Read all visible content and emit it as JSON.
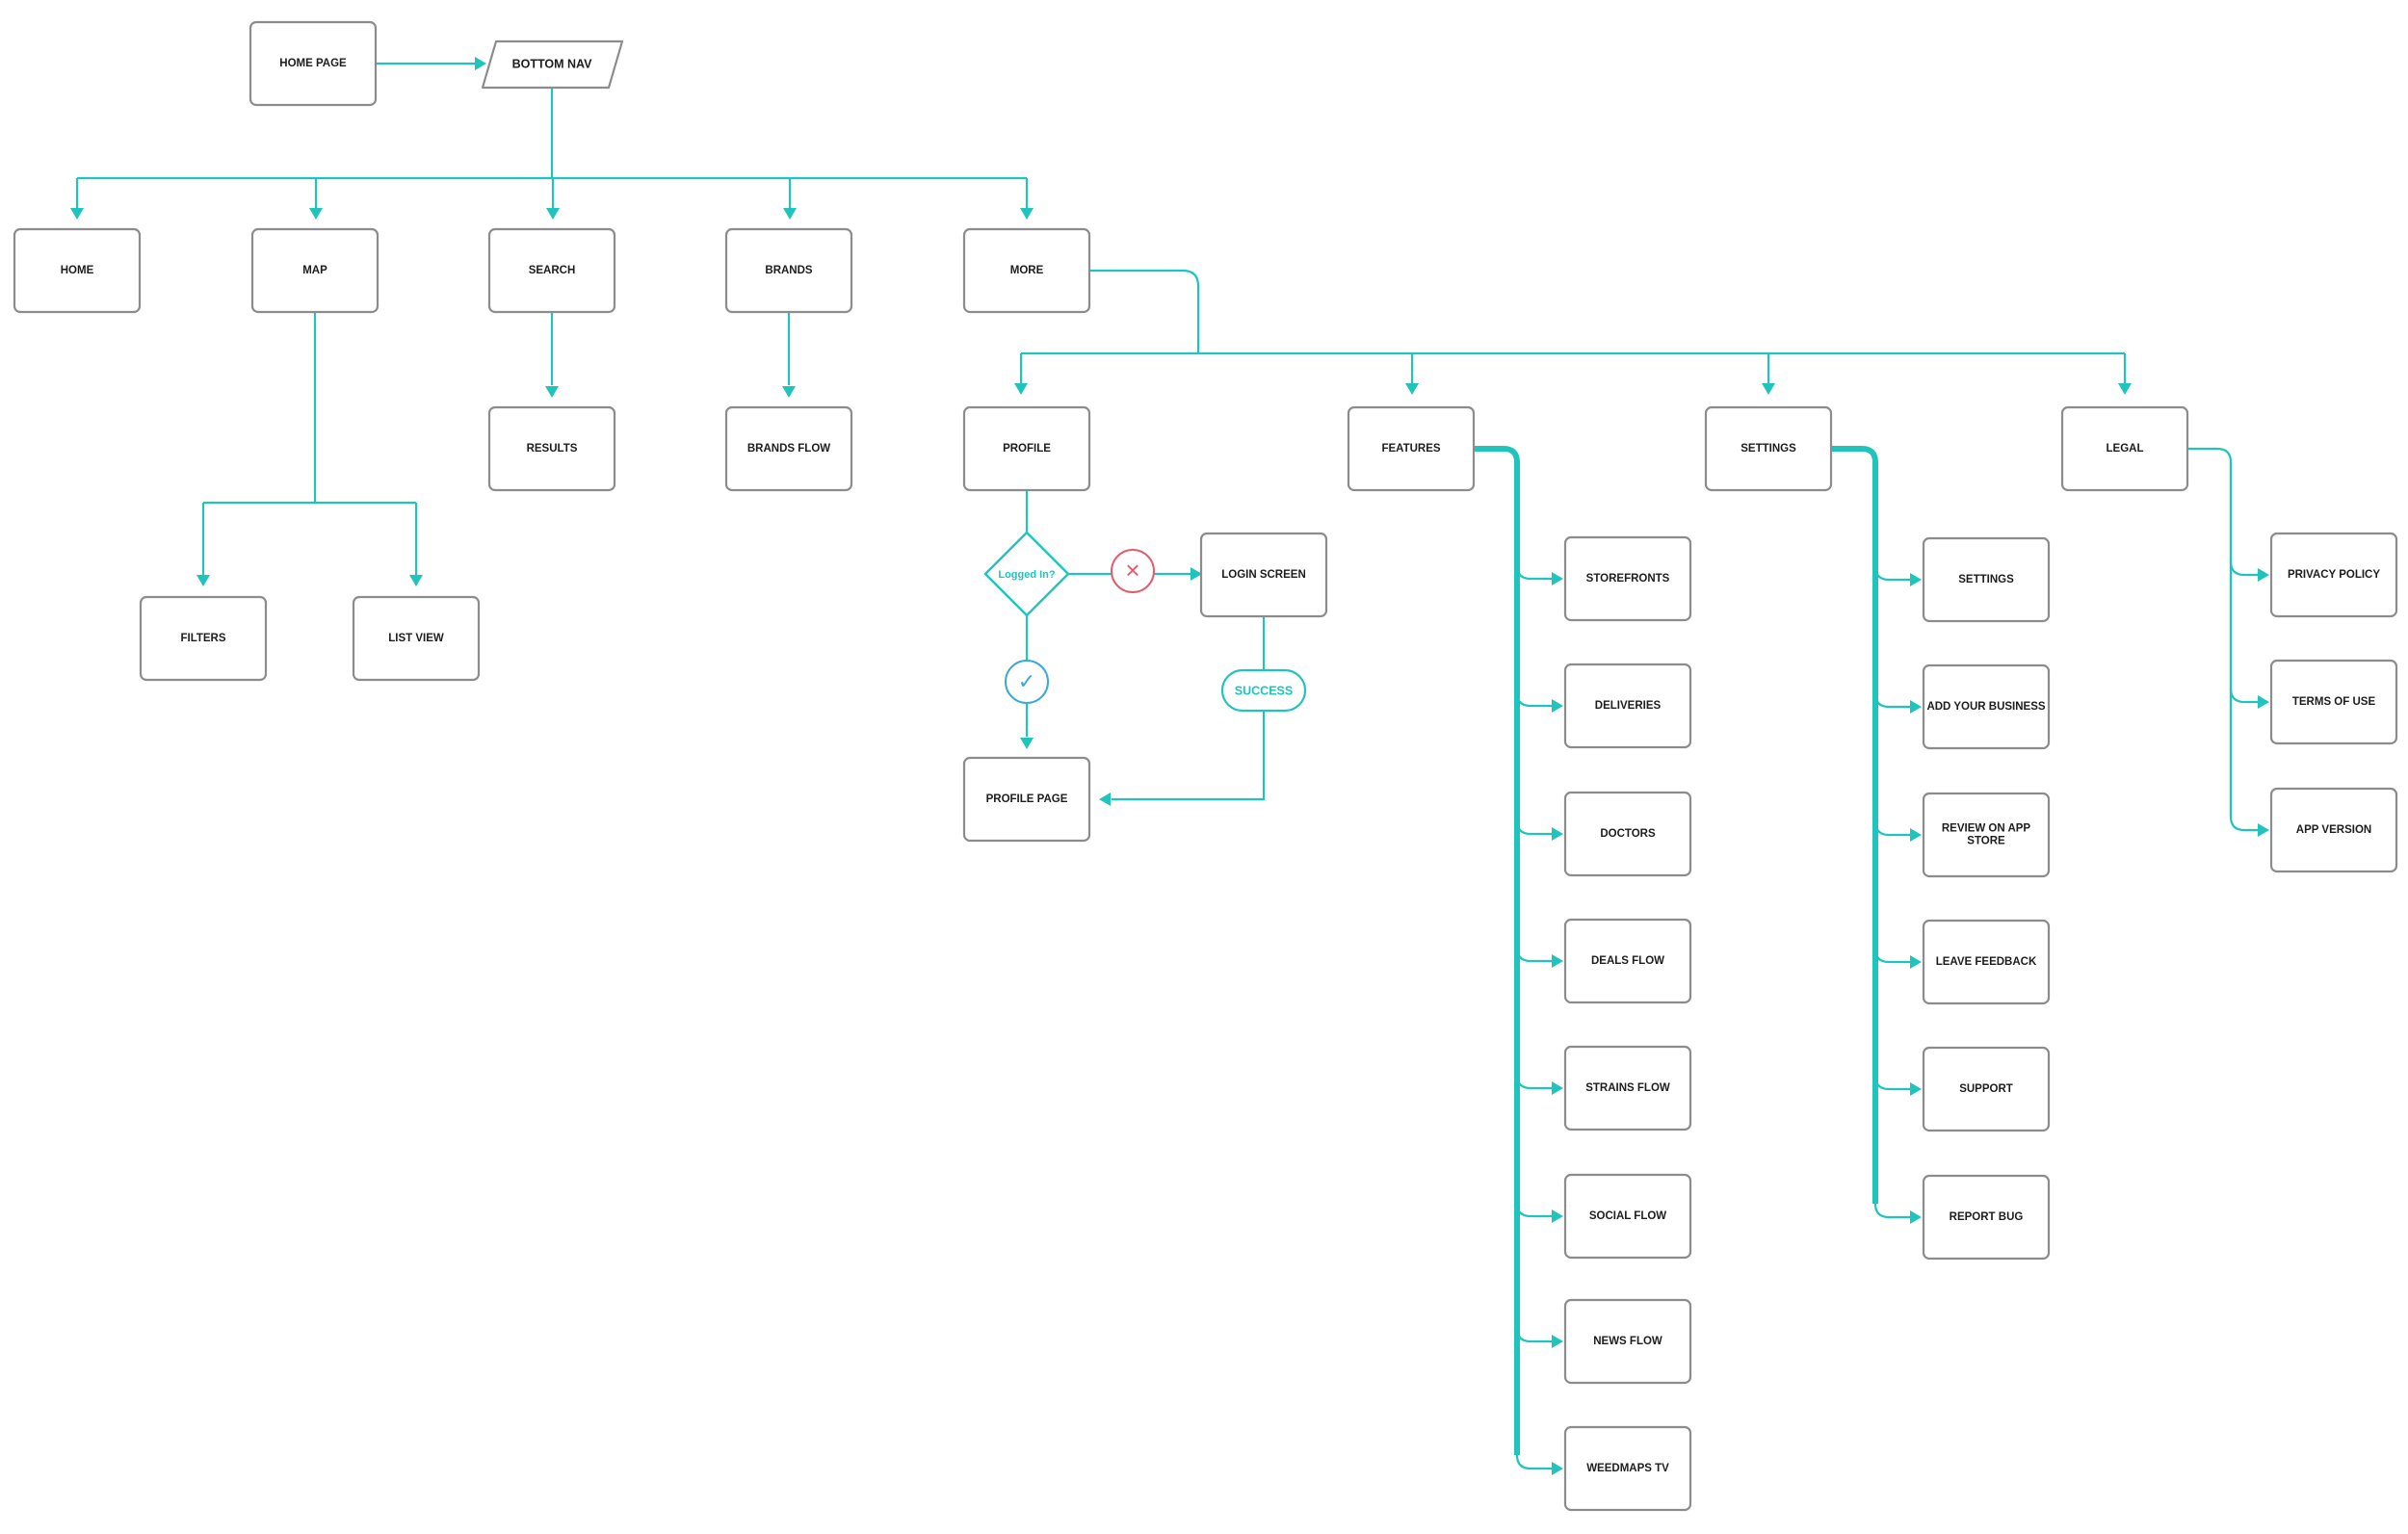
{
  "colors": {
    "accent": "#20c4bd",
    "box_border": "#8c8c8c",
    "text": "#1d1d1d",
    "no_badge": "#e45b6c",
    "yes_badge": "#3aa8d9"
  },
  "nodes": {
    "home_page": "HOME PAGE",
    "bottom_nav": "BOTTOM NAV",
    "home": "HOME",
    "map": "MAP",
    "search": "SEARCH",
    "brands": "BRANDS",
    "more": "MORE",
    "results": "RESULTS",
    "brands_flow": "BRANDS FLOW",
    "filters": "FILTERS",
    "list_view": "LIST VIEW",
    "profile": "PROFILE",
    "features": "FEATURES",
    "settings_group": "SETTINGS",
    "legal": "LEGAL",
    "logged_in": "Logged In?",
    "login_screen": "LOGIN SCREEN",
    "success": "SUCCESS",
    "profile_page": "PROFILE PAGE"
  },
  "features_items": [
    "STOREFRONTS",
    "DELIVERIES",
    "DOCTORS",
    "DEALS FLOW",
    "STRAINS FLOW",
    "SOCIAL FLOW",
    "NEWS FLOW",
    "WEEDMAPS TV"
  ],
  "settings_items": [
    "SETTINGS",
    "ADD YOUR BUSINESS",
    [
      "REVIEW ON APP",
      "STORE"
    ],
    "LEAVE FEEDBACK",
    "SUPPORT",
    "REPORT BUG"
  ],
  "legal_items": [
    "PRIVACY POLICY",
    "TERMS OF USE",
    "APP VERSION"
  ],
  "badges": {
    "no": "×",
    "yes": "✓"
  }
}
